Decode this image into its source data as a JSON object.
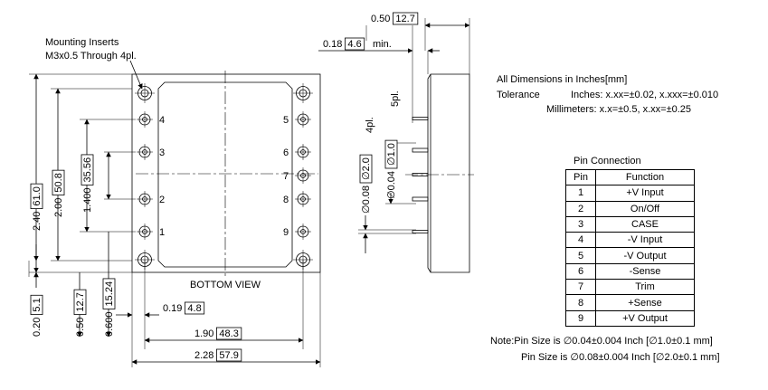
{
  "drawing": {
    "mounting_label": [
      "Mounting Inserts",
      "M3x0.5 Through 4pl."
    ],
    "view_label": "BOTTOM VIEW",
    "left_pins": [
      "4",
      "3",
      "2",
      "1"
    ],
    "right_pins": [
      "5",
      "6",
      "7",
      "8",
      "9"
    ],
    "dims": {
      "height_total": [
        "2.40",
        "61.0"
      ],
      "height_inner": [
        "2.00",
        "50.8"
      ],
      "pitch_span": [
        "1.400",
        "35.56"
      ],
      "bottom_offset": [
        "0.20",
        "5.1"
      ],
      "bottom_mid": [
        "0.50",
        "12.7"
      ],
      "bottom_pin": [
        "0.600",
        "15.24"
      ],
      "width_offset": [
        "0.19",
        "4.8"
      ],
      "width_inner": [
        "1.90",
        "48.3"
      ],
      "width_total": [
        "2.28",
        "57.9"
      ],
      "depth_total": [
        "0.50",
        "12.7"
      ],
      "pin_length": [
        "0.18",
        "4.6"
      ],
      "pin_length_suffix": "min.",
      "pin_small_dia": [
        "0.04",
        "1.0"
      ],
      "pin_small_count": "5pl.",
      "pin_large_dia": [
        "0.08",
        "2.0"
      ],
      "pin_large_count": "4pl."
    }
  },
  "info": {
    "units": "All Dimensions in Inches[mm]",
    "tolerance_label": "Tolerance",
    "tolerance_inches": "Inches: x.xx=±0.02, x.xxx=±0.010",
    "tolerance_mm": "Millimeters: x.x=±0.5, x.xx=±0.25"
  },
  "pin_table": {
    "title": "Pin Connection",
    "headers": [
      "Pin",
      "Function"
    ],
    "rows": [
      [
        "1",
        "+V Input"
      ],
      [
        "2",
        "On/Off"
      ],
      [
        "3",
        "CASE"
      ],
      [
        "4",
        "-V Input"
      ],
      [
        "5",
        "-V Output"
      ],
      [
        "6",
        "-Sense"
      ],
      [
        "7",
        "Trim"
      ],
      [
        "8",
        "+Sense"
      ],
      [
        "9",
        "+V Output"
      ]
    ]
  },
  "notes": [
    "Note:Pin Size is ∅0.04±0.004 Inch [∅1.0±0.1 mm]",
    "Pin Size is ∅0.08±0.004 Inch [∅2.0±0.1 mm]"
  ]
}
